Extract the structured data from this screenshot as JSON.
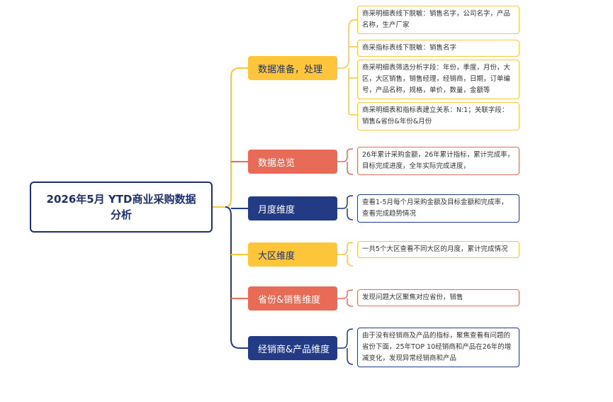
{
  "root": {
    "title": "2026年5月 YTD商业采购数据分析"
  },
  "branches": [
    {
      "label": "数据准备，处理",
      "color": "#fcc53a",
      "items": [
        "商采明细表线下脱敏：销售名字，公司名字，产品名称，生产厂家",
        "商采指标表线下脱敏：销售名字",
        "商采明细表筛选分析字段：年份，季度，月份，大区，大区销售，销售经理，经销商，日期，订单编号，产品名称，规格，单价，数量，金额等",
        "商采明细表和指标表建立关系：N:1；关联字段：销售&省份&年份&月份"
      ]
    },
    {
      "label": "数据总览",
      "color": "#e86b58",
      "items": [
        "26年累计采购金额，26年累计指标，累计完成率，目标完成进度，全年实际完成进度，"
      ]
    },
    {
      "label": "月度维度",
      "color": "#233a85",
      "items": [
        "查看1-5月每个月采购金额及目标金额和完成率，查看完成趋势情况"
      ]
    },
    {
      "label": "大区维度",
      "color": "#fcc53a",
      "items": [
        "一共5个大区查看不同大区的月度，累计完成情况"
      ]
    },
    {
      "label": "省份&销售维度",
      "color": "#e86b58",
      "items": [
        "发现问题大区聚焦对应省份，销售"
      ]
    },
    {
      "label": "经销商&产品维度",
      "color": "#233a85",
      "items": [
        "由于没有经销商及产品的指标，聚焦查看有问题的省份下面，25年TOP 10经销商和产品在26年的增减变化，发现异常经销商和产品"
      ]
    }
  ]
}
